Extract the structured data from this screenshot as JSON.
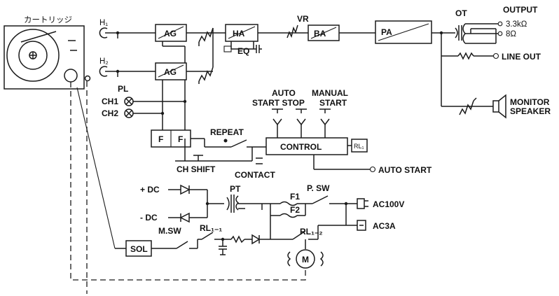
{
  "cartridge": {
    "label": "カートリッジ"
  },
  "heads": {
    "h1": "H₁",
    "h2": "H₂"
  },
  "blocks": {
    "ag1": "AG",
    "ag2": "AG",
    "ha": "HA",
    "ba": "BA",
    "pa": "PA",
    "f1": "F",
    "f2": "F",
    "control": "CONTROL",
    "rl1": "RL₁",
    "sol": "SOL"
  },
  "labels": {
    "eq": "EQ",
    "vr": "VR",
    "ot": "OT",
    "output": "OUTPUT",
    "out_33k": "3.3kΩ",
    "out_8": "8Ω",
    "line_out": "LINE OUT",
    "monitor": "MONITOR",
    "speaker": "SPEAKER",
    "pl": "PL",
    "ch1": "CH1",
    "ch2": "CH2",
    "auto": "AUTO",
    "start_stop": "START STOP",
    "manual": "MANUAL",
    "start": "START",
    "repeat": "REPEAT",
    "ch_shift": "CH SHIFT",
    "contact": "CONTACT",
    "auto_start": "AUTO START",
    "plus_dc": "+ DC",
    "minus_dc": "- DC",
    "pt": "PT",
    "f1_fuse": "F1",
    "f2_fuse": "F2",
    "p_sw": "P. SW",
    "ac100v": "AC100V",
    "ac3a": "AC3A",
    "m_sw": "M.SW",
    "rl11": "RL₁₋₁",
    "rl12": "RL₁₋₂",
    "motor": "M"
  }
}
